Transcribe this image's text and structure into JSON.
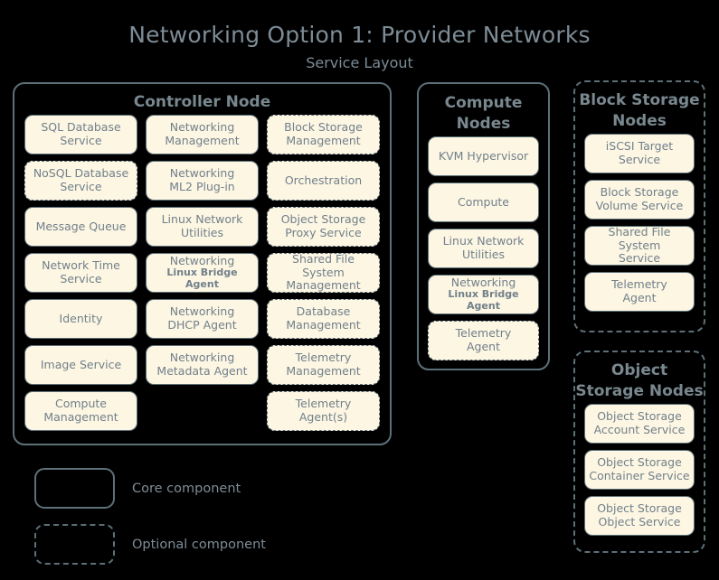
{
  "header": {
    "title": "Networking Option 1: Provider Networks",
    "subtitle": "Service Layout"
  },
  "colors": {
    "background": "#000000",
    "box_fill": "#fdf6e3",
    "border": "#5d7078",
    "text": "#73838e",
    "title_text": "#7d8c96"
  },
  "nodes": [
    {
      "id": "controller",
      "title": "Controller Node",
      "optional": false,
      "columns": [
        [
          {
            "l1": "SQL Database",
            "l2": "Service",
            "optional": false
          },
          {
            "l1": "NoSQL Database",
            "l2": "Service",
            "optional": true
          },
          {
            "l1": "Message Queue",
            "l2": "",
            "optional": false
          },
          {
            "l1": "Network Time",
            "l2": "Service",
            "optional": false
          },
          {
            "l1": "Identity",
            "l2": "",
            "optional": false
          },
          {
            "l1": "Image Service",
            "l2": "",
            "optional": false
          },
          {
            "l1": "Compute",
            "l2": "Management",
            "optional": false
          }
        ],
        [
          {
            "l1": "Networking",
            "l2": "Management",
            "optional": false
          },
          {
            "l1": "Networking",
            "l2": "ML2 Plug-in",
            "optional": false
          },
          {
            "l1": "Linux Network",
            "l2": "Utilities",
            "optional": false
          },
          {
            "l1": "Networking",
            "l2": "Linux Bridge Agent",
            "optional": false,
            "sub": true
          },
          {
            "l1": "Networking",
            "l2": "DHCP Agent",
            "optional": false
          },
          {
            "l1": "Networking",
            "l2": "Metadata Agent",
            "optional": false
          },
          {
            "l1": "",
            "l2": "",
            "empty": true
          }
        ],
        [
          {
            "l1": "Block Storage",
            "l2": "Management",
            "optional": true
          },
          {
            "l1": "Orchestration",
            "l2": "",
            "optional": true
          },
          {
            "l1": "Object Storage",
            "l2": "Proxy Service",
            "optional": true
          },
          {
            "l1": "Shared File System",
            "l2": "Management",
            "optional": true
          },
          {
            "l1": "Database",
            "l2": "Management",
            "optional": true
          },
          {
            "l1": "Telemetry",
            "l2": "Management",
            "optional": true
          },
          {
            "l1": "Telemetry",
            "l2": "Agent(s)",
            "optional": true
          }
        ]
      ]
    },
    {
      "id": "compute",
      "title": "Compute Nodes",
      "optional": false,
      "items": [
        {
          "l1": "KVM Hypervisor",
          "l2": "",
          "optional": false
        },
        {
          "l1": "Compute",
          "l2": "",
          "optional": false
        },
        {
          "l1": "Linux Network",
          "l2": "Utilities",
          "optional": false
        },
        {
          "l1": "Networking",
          "l2": "Linux Bridge Agent",
          "optional": false,
          "sub": true
        },
        {
          "l1": "Telemetry",
          "l2": "Agent",
          "optional": true
        }
      ]
    },
    {
      "id": "block-storage",
      "title": "Block Storage Nodes",
      "optional": true,
      "items": [
        {
          "l1": "iSCSI Target",
          "l2": "Service",
          "optional": false
        },
        {
          "l1": "Block Storage",
          "l2": "Volume Service",
          "optional": false
        },
        {
          "l1": "Shared File System",
          "l2": "Service",
          "optional": false
        },
        {
          "l1": "Telemetry",
          "l2": "Agent",
          "optional": false
        }
      ]
    },
    {
      "id": "object-storage",
      "title": "Object Storage Nodes",
      "optional": true,
      "items": [
        {
          "l1": "Object Storage",
          "l2": "Account Service",
          "optional": false
        },
        {
          "l1": "Object Storage",
          "l2": "Container Service",
          "optional": false
        },
        {
          "l1": "Object Storage",
          "l2": "Object Service",
          "optional": false
        }
      ]
    }
  ],
  "legend": {
    "core_label": "Core component",
    "optional_label": "Optional component"
  }
}
